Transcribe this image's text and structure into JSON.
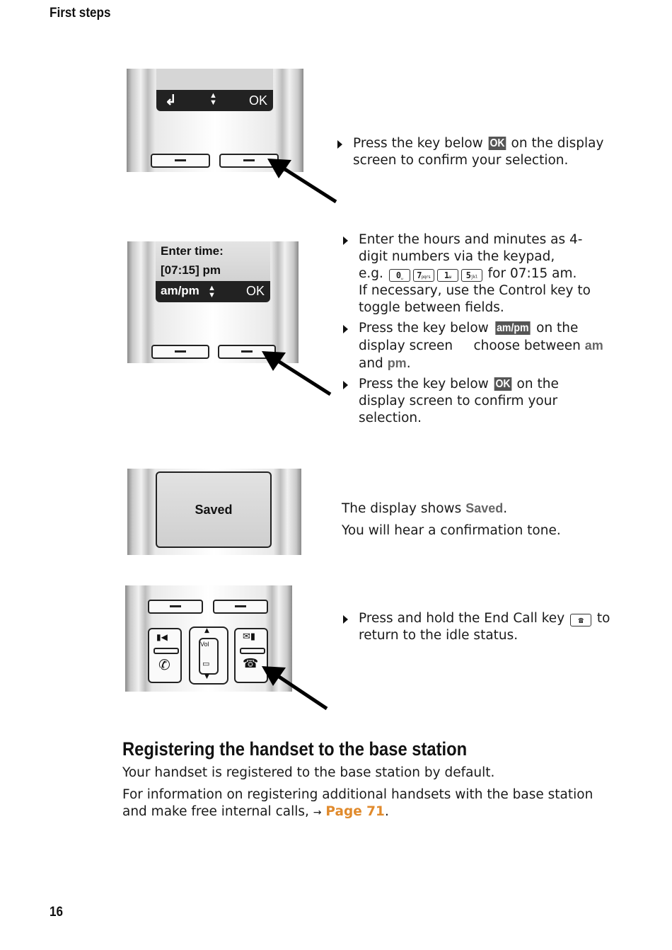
{
  "header": {
    "section": "First steps"
  },
  "footer": {
    "page_number": "16"
  },
  "step1": {
    "screen_back": "↲",
    "screen_ok": "OK",
    "text_before": "Press the key below ",
    "chip": "OK",
    "text_after": " on the display screen to confirm your selection."
  },
  "step2": {
    "screen_line1": "Enter time:",
    "screen_line2": "[07:15] pm",
    "screen_left": "am/pm",
    "screen_ok": "OK",
    "b1_line1": "Enter the hours and minutes as 4-digit numbers via the keypad,",
    "b1_eg": "e.g. ",
    "keys": [
      {
        "main": "0",
        "sub": "␣"
      },
      {
        "main": "7",
        "sub": "pqrs"
      },
      {
        "main": "1",
        "sub": "ω"
      },
      {
        "main": "5",
        "sub": "jkl"
      }
    ],
    "b1_time": " for 07:15 am.",
    "b1_line3": "If necessary, use the Control key to toggle between fields.",
    "b2_before": "Press the key below ",
    "b2_chip": "am/pm",
    "b2_after": " on the display screen     choose between ",
    "b2_am": "am",
    "b2_and": " and ",
    "b2_pm": "pm",
    "b2_end": ".",
    "b3_before": "Press the key below ",
    "b3_chip": "OK",
    "b3_after": " on the display screen to confirm your selection."
  },
  "step3": {
    "screen_text": "Saved",
    "line1_before": "The display shows ",
    "line1_kw": "Saved",
    "line1_end": ".",
    "line2": "You will hear a confirmation tone."
  },
  "step4": {
    "vol_label": "Vol",
    "text_before": "Press and hold the End Call key ",
    "text_after": " to return to the idle status."
  },
  "section": {
    "heading": "Registering the handset to the base station",
    "p1": "Your handset is registered to the base station by default.",
    "p2_before": "For information on registering additional handsets with the base station and make free internal calls, ",
    "p2_arrow": "→",
    "p2_link": "Page 71",
    "p2_end": "."
  }
}
